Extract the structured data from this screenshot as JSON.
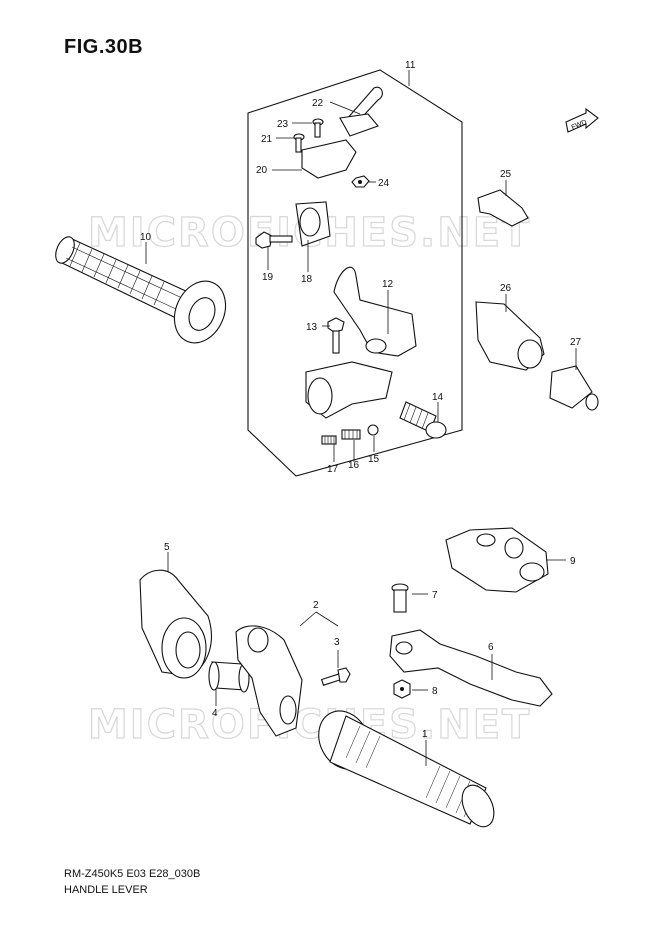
{
  "figure": {
    "title": "FIG.30B",
    "model_code": "RM-Z450K5 E03 E28_030B",
    "caption": "HANDLE LEVER",
    "watermark": "MICROFICHES.NET",
    "fwd_label": "FWD"
  },
  "callouts": {
    "c1": "1",
    "c2": "2",
    "c3": "3",
    "c4": "4",
    "c5": "5",
    "c6": "6",
    "c7": "7",
    "c8": "8",
    "c9": "9",
    "c10": "10",
    "c11": "11",
    "c12": "12",
    "c13": "13",
    "c14": "14",
    "c15": "15",
    "c16": "16",
    "c17": "17",
    "c18": "18",
    "c19": "19",
    "c20": "20",
    "c21": "21",
    "c22": "22",
    "c23": "23",
    "c24": "24",
    "c25": "25",
    "c26": "26",
    "c27": "27"
  }
}
